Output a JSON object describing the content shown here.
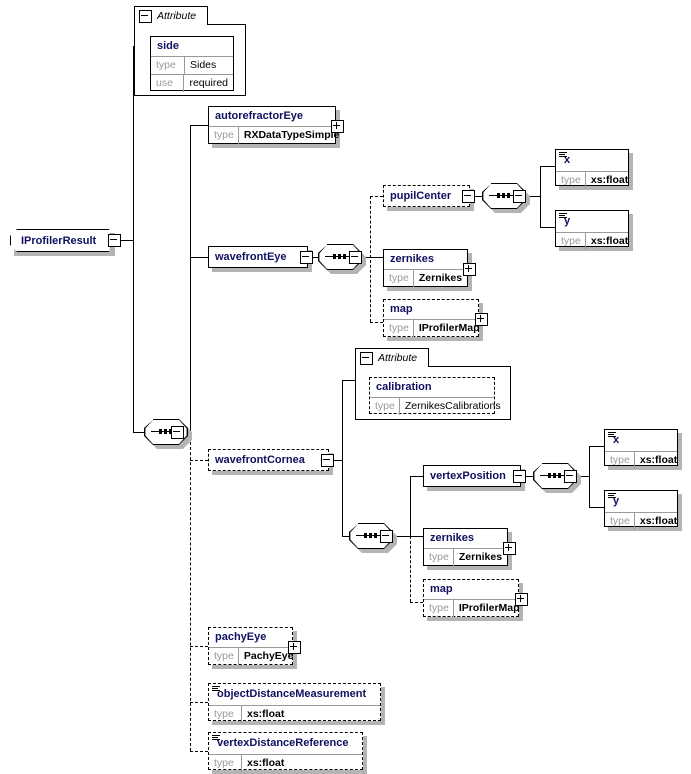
{
  "diagram": {
    "title": "IProfilerResult",
    "type": "xsd-element-tree"
  },
  "root": {
    "name": "IProfilerResult",
    "collapse_icon": "minus-box-icon"
  },
  "attribute_groups": [
    {
      "label": "Attribute",
      "items": [
        {
          "name": "side",
          "rows": [
            {
              "key": "type",
              "value": "Sides"
            },
            {
              "key": "use",
              "value": "required"
            }
          ]
        }
      ]
    },
    {
      "label": "Attribute",
      "items": [
        {
          "name": "calibration",
          "rows": [
            {
              "key": "type",
              "value": "ZernikesCalibrations"
            }
          ]
        }
      ]
    }
  ],
  "nodes": {
    "autorefractorEye": {
      "name": "autorefractorEye",
      "type_label": "type",
      "type_value": "RXDataTypeSimple",
      "expand": "plus-box-icon"
    },
    "wavefrontEye": {
      "name": "wavefrontEye",
      "collapse": "minus-box-icon"
    },
    "pupilCenter": {
      "name": "pupilCenter",
      "collapse": "minus-box-icon"
    },
    "x1": {
      "name": "x",
      "type_label": "type",
      "type_value": "xs:float"
    },
    "y1": {
      "name": "y",
      "type_label": "type",
      "type_value": "xs:float"
    },
    "zernikes1": {
      "name": "zernikes",
      "type_label": "type",
      "type_value": "Zernikes",
      "expand": "plus-box-icon"
    },
    "map1": {
      "name": "map",
      "type_label": "type",
      "type_value": "IProfilerMap",
      "expand": "plus-box-icon"
    },
    "wavefrontCornea": {
      "name": "wavefrontCornea",
      "collapse": "minus-box-icon"
    },
    "vertexPosition": {
      "name": "vertexPosition",
      "collapse": "minus-box-icon"
    },
    "x2": {
      "name": "x",
      "type_label": "type",
      "type_value": "xs:float"
    },
    "y2": {
      "name": "y",
      "type_label": "type",
      "type_value": "xs:float"
    },
    "zernikes2": {
      "name": "zernikes",
      "type_label": "type",
      "type_value": "Zernikes",
      "expand": "plus-box-icon"
    },
    "map2": {
      "name": "map",
      "type_label": "type",
      "type_value": "IProfilerMap",
      "expand": "plus-box-icon"
    },
    "pachyEye": {
      "name": "pachyEye",
      "type_label": "type",
      "type_value": "PachyEye",
      "expand": "plus-box-icon"
    },
    "objectDistanceMeasurement": {
      "name": "objectDistanceMeasurement",
      "type_label": "type",
      "type_value": "xs:float"
    },
    "vertexDistanceReference": {
      "name": "vertexDistanceReference",
      "type_label": "type",
      "type_value": "xs:float"
    }
  },
  "compositors": [
    {
      "id": "seq-root",
      "kind": "sequence-icon"
    },
    {
      "id": "seq-wavefronteye",
      "kind": "sequence-icon"
    },
    {
      "id": "seq-pupilcenter",
      "kind": "sequence-icon"
    },
    {
      "id": "seq-wavefrontcornea",
      "kind": "sequence-icon"
    },
    {
      "id": "seq-vertexposition",
      "kind": "sequence-icon"
    }
  ],
  "colors": {
    "element_name": "#101060",
    "type_label": "#9a9a9a",
    "line": "#000000",
    "shadow": "#b4b4b4",
    "background": "#ffffff"
  }
}
